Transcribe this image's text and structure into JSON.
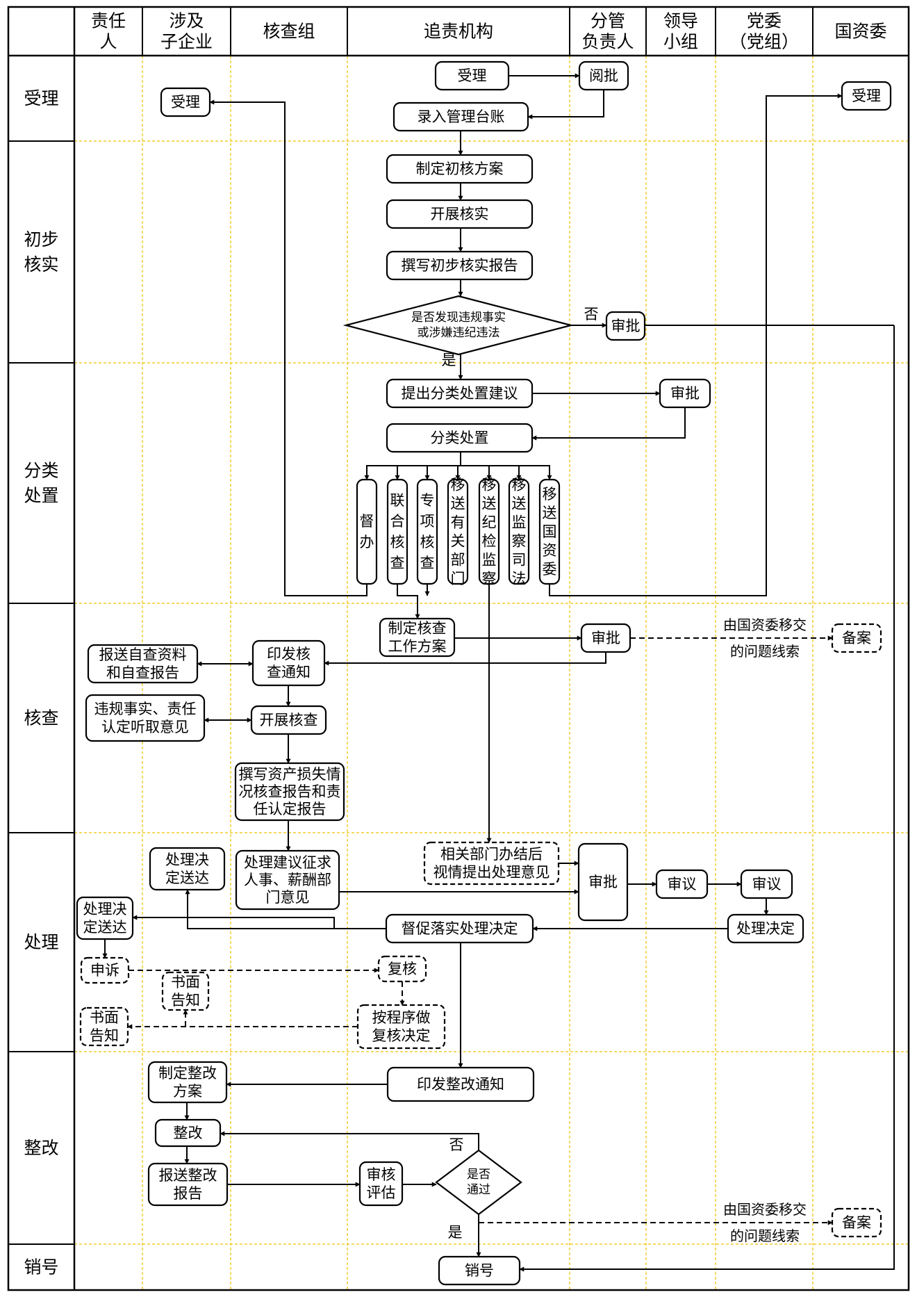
{
  "lanes": [
    {
      "id": "l1",
      "lines": [
        "责任",
        "人"
      ]
    },
    {
      "id": "l2",
      "lines": [
        "涉及",
        "子企业"
      ]
    },
    {
      "id": "l3",
      "lines": [
        "核查组"
      ]
    },
    {
      "id": "l4",
      "lines": [
        "追责机构"
      ]
    },
    {
      "id": "l5",
      "lines": [
        "分管",
        "负责人"
      ]
    },
    {
      "id": "l6",
      "lines": [
        "领导",
        "小组"
      ]
    },
    {
      "id": "l7",
      "lines": [
        "党委",
        "（党组）"
      ]
    },
    {
      "id": "l8",
      "lines": [
        "国资委"
      ]
    }
  ],
  "phases": [
    {
      "id": "p1",
      "lines": [
        "受理"
      ]
    },
    {
      "id": "p2",
      "lines": [
        "初步",
        "核实"
      ]
    },
    {
      "id": "p3",
      "lines": [
        "分类",
        "处置"
      ]
    },
    {
      "id": "p4",
      "lines": [
        "核查"
      ]
    },
    {
      "id": "p5",
      "lines": [
        "处理"
      ]
    },
    {
      "id": "p6",
      "lines": [
        "整改"
      ]
    },
    {
      "id": "p7",
      "lines": [
        "销号"
      ]
    }
  ],
  "nodes": {
    "n_slA": {
      "lines": [
        "受理"
      ]
    },
    "n_yp": {
      "lines": [
        "阅批"
      ]
    },
    "n_slB": {
      "lines": [
        "受理"
      ]
    },
    "n_slC": {
      "lines": [
        "受理"
      ]
    },
    "n_lr": {
      "lines": [
        "录入管理台账"
      ]
    },
    "n_zd": {
      "lines": [
        "制定初核方案"
      ]
    },
    "n_kz": {
      "lines": [
        "开展核实"
      ]
    },
    "n_zx": {
      "lines": [
        "撰写初步核实报告"
      ]
    },
    "n_dec1": {
      "lines": [
        "是否发现违规事实",
        "或涉嫌违纪违法"
      ]
    },
    "n_sp1": {
      "lines": [
        "审批"
      ]
    },
    "n_tc": {
      "lines": [
        "提出分类处置建议"
      ]
    },
    "n_sp2": {
      "lines": [
        "审批"
      ]
    },
    "n_fl": {
      "lines": [
        "分类处置"
      ]
    },
    "v1": {
      "text": "督办"
    },
    "v2": {
      "text": "联合核查"
    },
    "v3": {
      "text": "专项核查"
    },
    "v4": {
      "text": "移送有关部门"
    },
    "v5": {
      "text": "移送纪检监察"
    },
    "v6": {
      "text": "移送监察司法"
    },
    "v7": {
      "text": "移送国资委"
    },
    "n_zdhc": {
      "lines": [
        "制定核查",
        "工作方案"
      ]
    },
    "n_sp3": {
      "lines": [
        "审批"
      ]
    },
    "n_ba1": {
      "lines": [
        "备案"
      ]
    },
    "n_bs": {
      "lines": [
        "报送自查资料",
        "和自查报告"
      ]
    },
    "n_yf": {
      "lines": [
        "印发核",
        "查通知"
      ]
    },
    "n_wg": {
      "lines": [
        "违规事实、责任",
        "认定听取意见"
      ]
    },
    "n_kzhc": {
      "lines": [
        "开展核查"
      ]
    },
    "n_zxzc": {
      "lines": [
        "撰写资产损失情",
        "况核查报告和责",
        "任认定报告"
      ]
    },
    "n_cljd1": {
      "lines": [
        "处理决",
        "定送达"
      ]
    },
    "n_cljy": {
      "lines": [
        "处理建议征求",
        "人事、薪酬部",
        "门意见"
      ]
    },
    "n_xgbm": {
      "lines": [
        "相关部门办结后",
        "视情提出处理意见"
      ]
    },
    "n_sp4": {
      "lines": [
        "审批"
      ]
    },
    "n_sy1": {
      "lines": [
        "审议"
      ]
    },
    "n_sy2": {
      "lines": [
        "审议"
      ]
    },
    "n_cljd2": {
      "lines": [
        "处理决",
        "定送达"
      ]
    },
    "n_dc": {
      "lines": [
        "督促落实处理决定"
      ]
    },
    "n_cljd3": {
      "lines": [
        "处理决定"
      ]
    },
    "n_ss": {
      "lines": [
        "申诉"
      ]
    },
    "n_fh": {
      "lines": [
        "复核"
      ]
    },
    "n_sm1": {
      "lines": [
        "书面",
        "告知"
      ]
    },
    "n_sm2": {
      "lines": [
        "书面",
        "告知"
      ]
    },
    "n_acx": {
      "lines": [
        "按程序做",
        "复核决定"
      ]
    },
    "n_yfzg": {
      "lines": [
        "印发整改通知"
      ]
    },
    "n_zdzg": {
      "lines": [
        "制定整改",
        "方案"
      ]
    },
    "n_zg": {
      "lines": [
        "整改"
      ]
    },
    "n_bszg": {
      "lines": [
        "报送整改",
        "报告"
      ]
    },
    "n_shpg": {
      "lines": [
        "审核",
        "评估"
      ]
    },
    "n_dec2": {
      "lines": [
        "是否",
        "通过"
      ]
    },
    "n_ba2": {
      "lines": [
        "备案"
      ]
    },
    "n_xh": {
      "lines": [
        "销号"
      ]
    }
  },
  "edge_labels": {
    "no1": "否",
    "yes1": "是",
    "no2": "否",
    "yes2": "是"
  },
  "notes": {
    "note1": [
      "由国资委移交",
      "的问题线索"
    ],
    "note2": [
      "由国资委移交",
      "的问题线索"
    ]
  },
  "colors": {
    "line": "#000000",
    "grid": "#f0c000",
    "background": "#ffffff"
  }
}
